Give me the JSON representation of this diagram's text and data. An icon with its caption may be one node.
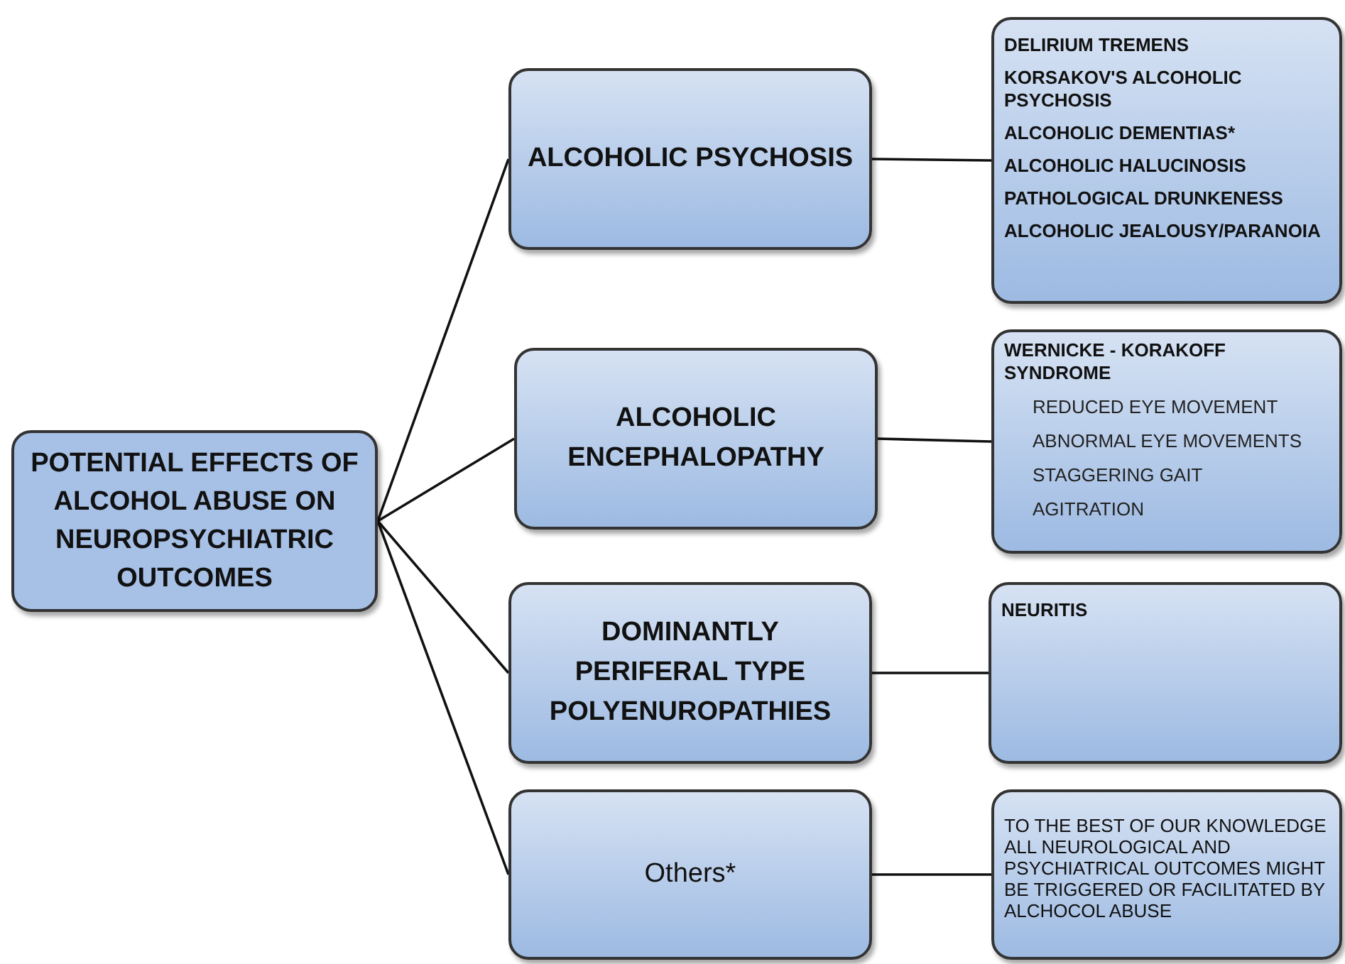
{
  "diagram": {
    "nodes": [
      {
        "text": [
          "POTENTIAL EFFECTS OF ALCOHOL ABUSE ON NEUROPSYCHIATRIC OUTCOMES"
        ]
      },
      {
        "text": [
          "ALCOHOLIC PSYCHOSIS"
        ]
      },
      {
        "text": [
          "ALCOHOLIC ENCEPHALOPATHY"
        ]
      },
      {
        "text": [
          "DOMINANTLY PERIFERAL TYPE POLYENUROPATHIES"
        ]
      },
      {
        "text": [
          "Others*"
        ]
      },
      {
        "text": [
          "DELIRIUM TREMENS",
          "KORSAKOV'S ALCOHOLIC PSYCHOSIS",
          "ALCOHOLIC DEMENTIAS*",
          "ALCOHOLIC HALUCINOSIS",
          "PATHOLOGICAL DRUNKENESS",
          "ALCOHOLIC JEALOUSY/PARANOIA"
        ]
      },
      {
        "text": [
          "WERNICKE - KORAKOFF SYNDROME",
          "REDUCED EYE MOVEMENT",
          "ABNORMAL EYE MOVEMENTS",
          "STAGGERING GAIT",
          "AGITRATION"
        ]
      },
      {
        "text": [
          "NEURITIS"
        ]
      },
      {
        "text": [
          "TO THE BEST OF OUR KNOWLEDGE ALL NEUROLOGICAL AND PSYCHIATRICAL OUTCOMES MIGHT BE TRIGGERED OR FACILITATED BY ALCHOCOL ABUSE"
        ]
      }
    ],
    "edges": [
      {
        "from": 0,
        "to": 1,
        "arrow": "none"
      },
      {
        "from": 0,
        "to": 2,
        "arrow": "none"
      },
      {
        "from": 0,
        "to": 3,
        "arrow": "none"
      },
      {
        "from": 0,
        "to": 4,
        "arrow": "none"
      },
      {
        "from": 1,
        "to": 5,
        "arrow": "none"
      },
      {
        "from": 2,
        "to": 6,
        "arrow": "none"
      },
      {
        "from": 3,
        "to": 7,
        "arrow": "none"
      },
      {
        "from": 4,
        "to": 8,
        "arrow": "none"
      }
    ]
  }
}
